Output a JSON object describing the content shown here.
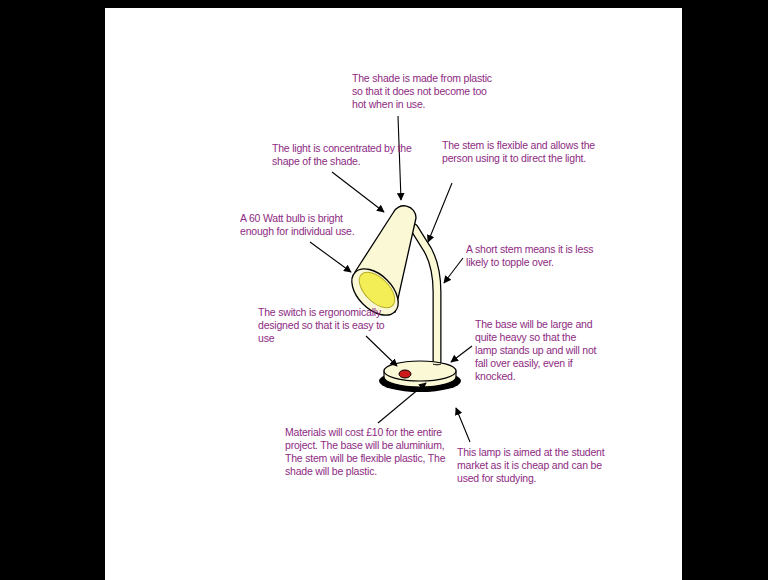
{
  "diagram": {
    "labels": [
      "The shade is made from plastic so that it does not become too hot when in use.",
      "The light is concentrated by the shape of the shade.",
      "The stem is flexible and allows the person using it to direct the light.",
      "A 60 Watt bulb is bright enough for individual use.",
      "A short stem means it is less likely to topple over.",
      "The switch is ergonomically designed so that it is easy to use",
      "The base will be large and quite heavy so that the lamp stands up and will not fall over easily, even if knocked.",
      "Materials will cost £10 for the entire project. The base will be aluminium, The stem will be flexible plastic, The shade will be plastic.",
      "This lamp is aimed at the student market as it is cheap and can be used for studying."
    ]
  }
}
